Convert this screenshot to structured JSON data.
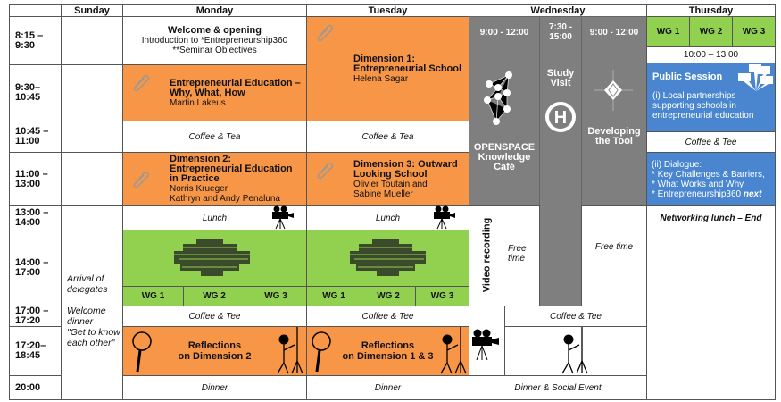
{
  "days": [
    "Sunday",
    "Monday",
    "Tuesday",
    "Wednesday",
    "Thursday"
  ],
  "times": [
    "8:15 –\n9:30",
    "9:30–\n10:45",
    "10:45 –\n11:00",
    "11:00 –\n13:00",
    "13:00 –\n14:00",
    "14:00 –\n17:00",
    "17:00 –\n17:20",
    "17:20–\n18:45",
    "20:00"
  ],
  "sunday": {
    "line1": "Arrival of delegates",
    "line2": "Welcome dinner",
    "line3": "\"Get to know each other\""
  },
  "monday": {
    "welcome_title": "Welcome & opening",
    "welcome_l1": "Introduction to *Entrepreneurship360",
    "welcome_l2": "**Seminar Objectives",
    "s2_title": "Entrepreneurial Education – Why, What, How",
    "s2_speaker": "Martin Lakeus",
    "coffee1": "Coffee & Tea",
    "s3_title": "Dimension 2: Entrepreneurial Education in Practice",
    "s3_sp1": "Norris Krueger",
    "s3_sp2": "Kathryn and Andy Penaluna",
    "lunch": "Lunch",
    "wg": [
      "WG 1",
      "WG 2",
      "WG 3"
    ],
    "coffee2": "Coffee & Tee",
    "refl_l1": "Reflections",
    "refl_l2": "on Dimension 2",
    "dinner": "Dinner"
  },
  "tuesday": {
    "s1_title": "Dimension 1: Entrepreneurial School",
    "s1_speaker": "Helena Sagar",
    "coffee1": "Coffee & Tea",
    "s3_title": "Dimension 3: Outward Looking School",
    "s3_sp1": "Olivier Toutain and",
    "s3_sp2": "Sabine Mueller",
    "lunch": "Lunch",
    "wg": [
      "WG 1",
      "WG 2",
      "WG 3"
    ],
    "coffee2": "Coffee & Tee",
    "refl_l1": "Reflections",
    "refl_l2": "on Dimension 1 & 3",
    "dinner": "Dinner"
  },
  "wednesday": {
    "open_time": "9:00 - 12:00",
    "open_l1": "OPENSPACE",
    "open_l2": "Knowledge",
    "open_l3": "Café",
    "study_time": "7:30 - 15:00",
    "study_label": "Study Visit",
    "dev_time": "9:00 - 12:00",
    "dev_label": "Developing the Tool",
    "video": "Video recording",
    "free1": "Free time",
    "free2": "Free time",
    "coffee": "Coffee & Tee",
    "dinner": "Dinner & Social Event"
  },
  "thursday": {
    "wg": [
      "WG 1",
      "WG 2",
      "WG 3"
    ],
    "time": "10:00 – 13:00",
    "public_title": "Public Session",
    "public_text": "(i) Local partnerships supporting schools in entrepreneurial education",
    "coffee": "Coffee & Tee",
    "dlg_l1": "(ii) Dialogue:",
    "dlg_l2": "* Key Challenges & Barriers,",
    "dlg_l3": "* What Works and Why",
    "dlg_l4": "* Entrepreneurship360",
    "dlg_next": "next",
    "lunch": "Networking lunch – End"
  },
  "colors": {
    "orange": "#f79646",
    "green": "#92d050",
    "gray": "#7f7f7f",
    "blue": "#4a86cf"
  }
}
